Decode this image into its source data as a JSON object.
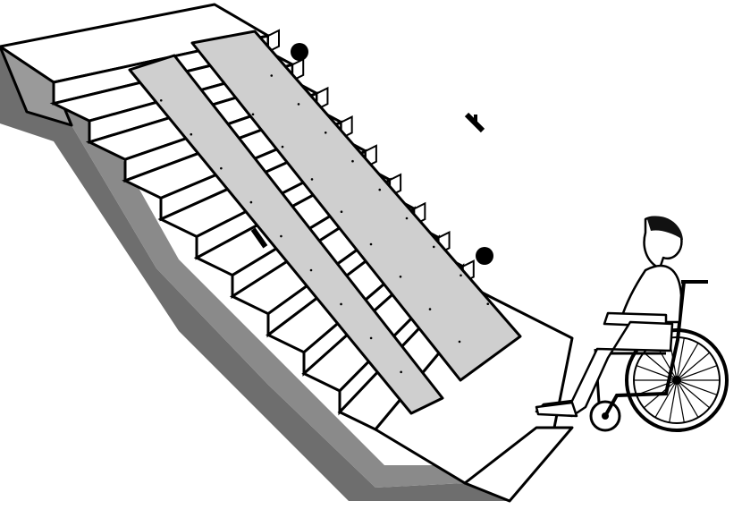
{
  "figure": {
    "subject": "staircase-with-portable-ramp-and-wheelchair-user",
    "step_count": 9,
    "ramp_channel_count": 2,
    "colors": {
      "background": "#ffffff",
      "stair_shadow": "#6e6e6e",
      "stair_side_mid": "#8a8a8a",
      "ramp_surface": "#cfcfcf",
      "tread_face": "#ffffff",
      "outline": "#000000",
      "handrail_ball": "#000000"
    },
    "icons": [
      "handrail-end-ball-icon",
      "wheelchair-icon",
      "person-icon",
      "handrail-bracket-icon"
    ]
  }
}
